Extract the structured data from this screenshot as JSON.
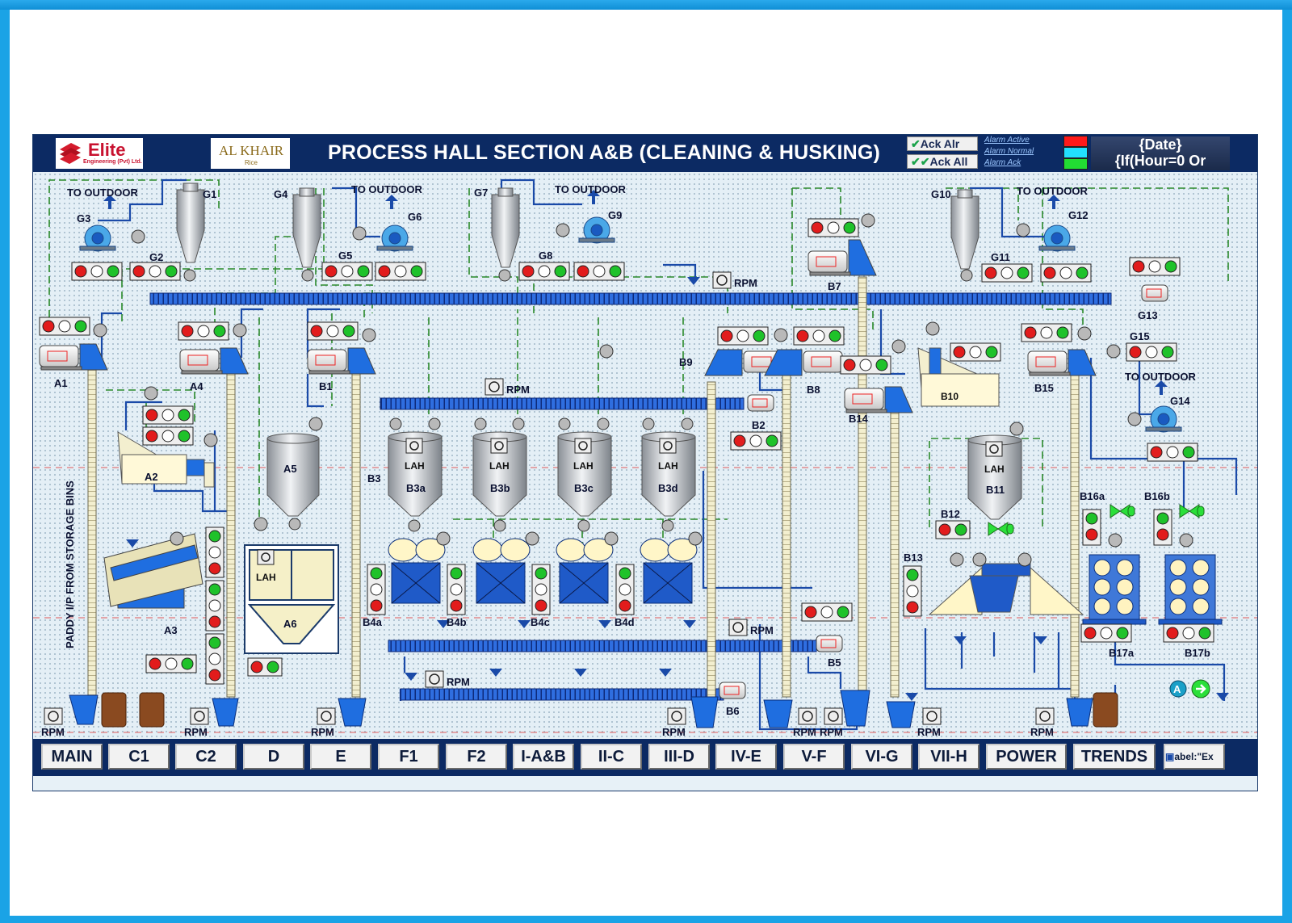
{
  "header": {
    "logo1_text": "Elite",
    "logo1_sub": "Engineering (Pvt) Ltd.",
    "logo2_text": "AL KHAIR",
    "logo2_sub": "Rice",
    "title": "PROCESS HALL SECTION A&B (CLEANING & HUSKING)",
    "ack_alarm": "Ack Alr",
    "ack_all": "Ack All",
    "alarm_active": "Alarm Active",
    "alarm_normal": "Alarm Normal",
    "alarm_ack": "Alarm Ack",
    "date_line1": "{Date}",
    "date_line2": "{If(Hour=0 Or"
  },
  "colors": {
    "alarm_active": "#ff1a1a",
    "alarm_normal": "#22e0ff",
    "alarm_ack": "#22dd33",
    "header_bg": "#0c2a63",
    "conveyor": "#2f6ee0"
  },
  "labels": {
    "to_outdoor": "TO OUTDOOR",
    "rpm": "RPM",
    "lah": "LAH",
    "paddy": "PADDY I/P FROM STORAGE BINS"
  },
  "equipment": {
    "g1": "G1",
    "g2": "G2",
    "g3": "G3",
    "g4": "G4",
    "g5": "G5",
    "g6": "G6",
    "g7": "G7",
    "g8": "G8",
    "g9": "G9",
    "g10": "G10",
    "g11": "G11",
    "g12": "G12",
    "g13": "G13",
    "g14": "G14",
    "g15": "G15",
    "a1": "A1",
    "a2": "A2",
    "a3": "A3",
    "a4": "A4",
    "a5": "A5",
    "a6": "A6",
    "b1": "B1",
    "b2": "B2",
    "b3": "B3",
    "b3a": "B3a",
    "b3b": "B3b",
    "b3c": "B3c",
    "b3d": "B3d",
    "b4a": "B4a",
    "b4b": "B4b",
    "b4c": "B4c",
    "b4d": "B4d",
    "b5": "B5",
    "b6": "B6",
    "b7": "B7",
    "b8": "B8",
    "b9": "B9",
    "b10": "B10",
    "b11": "B11",
    "b12": "B12",
    "b13": "B13",
    "b14": "B14",
    "b15": "B15",
    "b16a": "B16a",
    "b16b": "B16b",
    "b17a": "B17a",
    "b17b": "B17b"
  },
  "nav": {
    "items": [
      "MAIN",
      "C1",
      "C2",
      "D",
      "E",
      "F1",
      "F2",
      "I-A&B",
      "II-C",
      "III-D",
      "IV-E",
      "V-F",
      "VI-G",
      "VII-H",
      "POWER",
      "TRENDS"
    ],
    "last_partial": "abel:\"Ex"
  }
}
